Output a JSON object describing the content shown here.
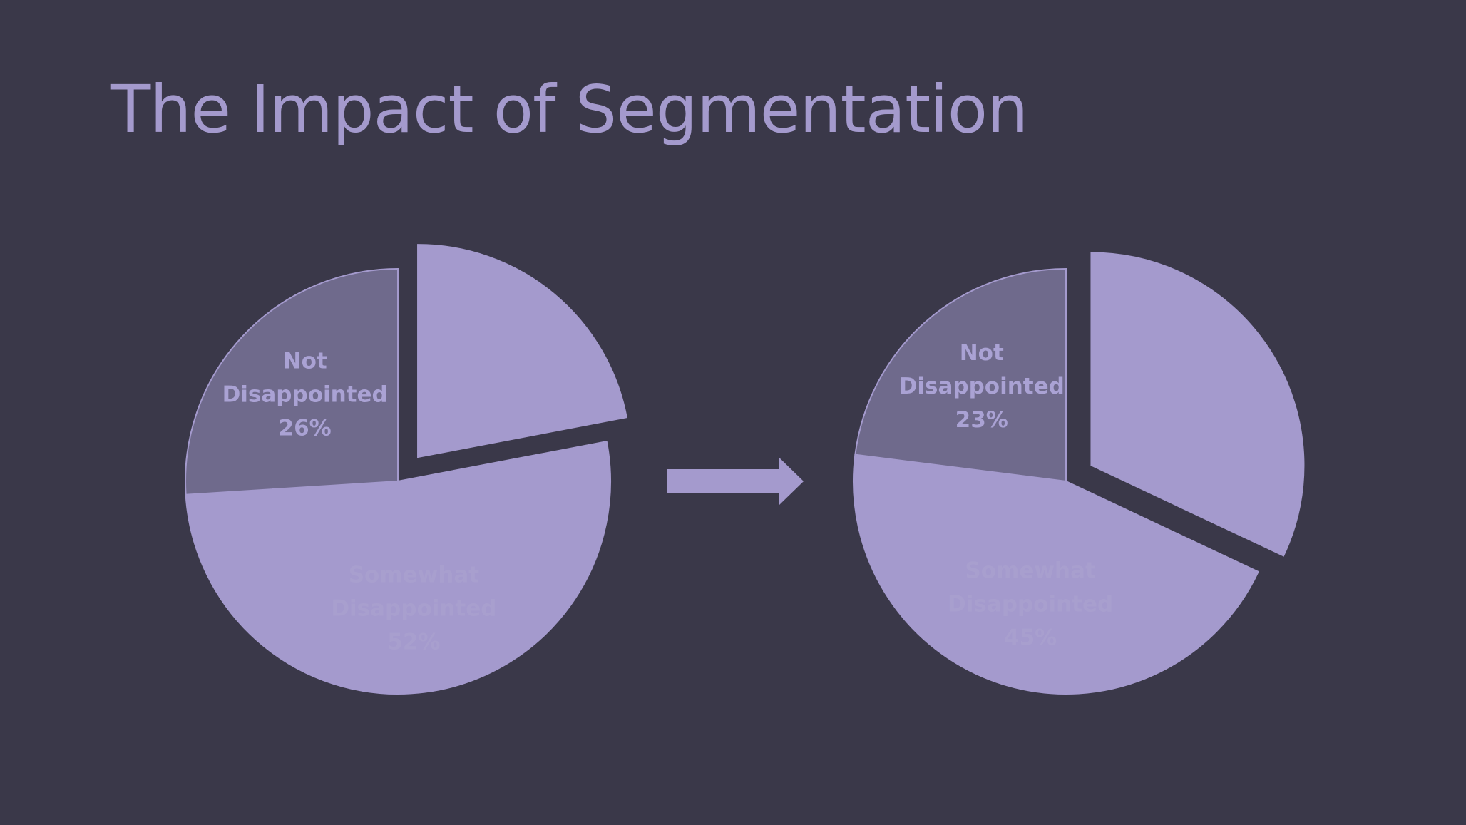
{
  "title": "The Impact of Segmentation",
  "colors": {
    "background": "#3a3849",
    "title": "#a49acd",
    "slice_light": "#a49acd",
    "slice_dark": "#6f6a8c",
    "label_on_dark": "#aaa2d4",
    "label_on_light": "#a89fce",
    "arrow": "#a49acd"
  },
  "arrow_icon": "right-arrow-icon",
  "chart_data": [
    {
      "type": "pie",
      "title": "",
      "slices": [
        {
          "label_lines": [
            "",
            "",
            ""
          ],
          "value": 22,
          "color": "slice_light",
          "exploded": true
        },
        {
          "label_lines": [
            "Somewhat",
            "Disappointed",
            "52%"
          ],
          "value": 52,
          "color": "slice_light",
          "exploded": false
        },
        {
          "label_lines": [
            "Not",
            "Disappointed",
            "26%"
          ],
          "value": 26,
          "color": "slice_dark",
          "exploded": false
        }
      ]
    },
    {
      "type": "pie",
      "title": "",
      "slices": [
        {
          "label_lines": [
            "",
            "",
            ""
          ],
          "value": 32,
          "color": "slice_light",
          "exploded": true
        },
        {
          "label_lines": [
            "Somewhat",
            "Disappointed",
            "45%"
          ],
          "value": 45,
          "color": "slice_light",
          "exploded": false
        },
        {
          "label_lines": [
            "Not",
            "Disappointed",
            "23%"
          ],
          "value": 23,
          "color": "slice_dark",
          "exploded": false
        }
      ]
    }
  ]
}
